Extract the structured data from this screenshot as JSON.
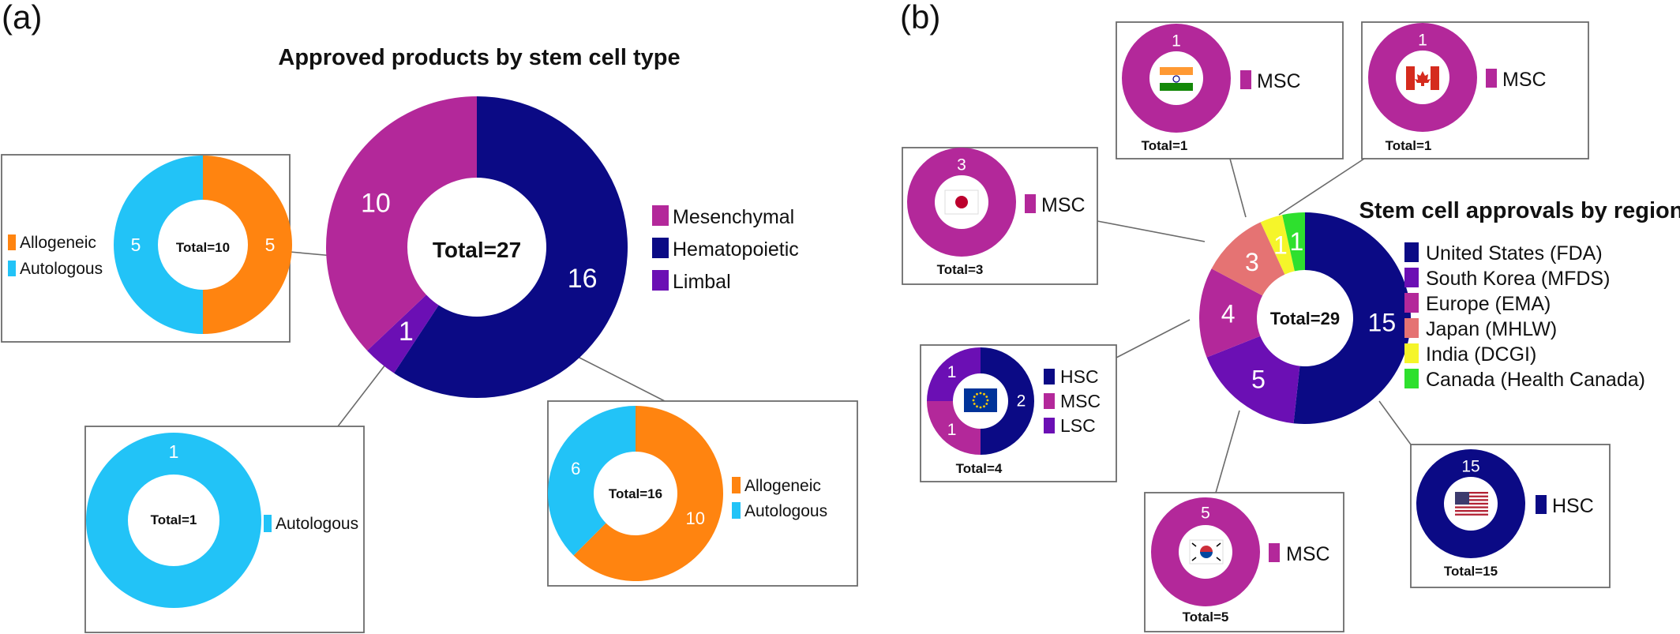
{
  "colors": {
    "mesenchymal": "#b3289a",
    "hematopoietic": "#0b0a85",
    "limbal": "#6b0fb4",
    "allogeneic": "#ff8410",
    "autologous": "#22c3f7",
    "fda": "#0b0a85",
    "mfds": "#6b0fb4",
    "ema": "#b3289a",
    "mhlw": "#e57373",
    "dcgi": "#f5f52a",
    "health_canada": "#2ee02e"
  },
  "panel_a": {
    "label": "(a)",
    "title": "Approved products by stem cell type",
    "total_label": "Total=27",
    "sub_totals": {
      "mesenchymal": "Total=10",
      "limbal": "Total=1",
      "hematopoietic": "Total=16"
    }
  },
  "panel_b": {
    "label": "(b)",
    "title": "Stem cell approvals by region",
    "total_label": "Total=29",
    "sub_totals": {
      "india": "Total=1",
      "canada": "Total=1",
      "japan": "Total=3",
      "eu": "Total=4",
      "korea": "Total=5",
      "usa": "Total=15"
    }
  },
  "chart_data": [
    {
      "type": "pie",
      "title": "Approved products by stem cell type",
      "center_label": "Total=27",
      "series": [
        {
          "name": "Mesenchymal",
          "value": 10
        },
        {
          "name": "Hematopoietic",
          "value": 16
        },
        {
          "name": "Limbal",
          "value": 1
        }
      ]
    },
    {
      "type": "pie",
      "center_label": "Total=10",
      "series": [
        {
          "name": "Allogeneic",
          "value": 5
        },
        {
          "name": "Autologous",
          "value": 5
        }
      ]
    },
    {
      "type": "pie",
      "center_label": "Total=1",
      "series": [
        {
          "name": "Autologous",
          "value": 1
        }
      ]
    },
    {
      "type": "pie",
      "center_label": "Total=16",
      "series": [
        {
          "name": "Allogeneic",
          "value": 10
        },
        {
          "name": "Autologous",
          "value": 6
        }
      ]
    },
    {
      "type": "pie",
      "title": "Stem cell approvals by region",
      "center_label": "Total=29",
      "series": [
        {
          "name": "United States (FDA)",
          "value": 15
        },
        {
          "name": "South Korea (MFDS)",
          "value": 5
        },
        {
          "name": "Europe (EMA)",
          "value": 4
        },
        {
          "name": "Japan (MHLW)",
          "value": 3
        },
        {
          "name": "India (DCGI)",
          "value": 1
        },
        {
          "name": "Canada (Health Canada)",
          "value": 1
        }
      ]
    },
    {
      "type": "pie",
      "center_label": "Total=1",
      "series": [
        {
          "name": "MSC",
          "value": 1
        }
      ]
    },
    {
      "type": "pie",
      "center_label": "Total=1",
      "series": [
        {
          "name": "MSC",
          "value": 1
        }
      ]
    },
    {
      "type": "pie",
      "center_label": "Total=3",
      "series": [
        {
          "name": "MSC",
          "value": 3
        }
      ]
    },
    {
      "type": "pie",
      "center_label": "Total=4",
      "series": [
        {
          "name": "HSC",
          "value": 2
        },
        {
          "name": "MSC",
          "value": 1
        },
        {
          "name": "LSC",
          "value": 1
        }
      ]
    },
    {
      "type": "pie",
      "center_label": "Total=5",
      "series": [
        {
          "name": "MSC",
          "value": 5
        }
      ]
    },
    {
      "type": "pie",
      "center_label": "Total=15",
      "series": [
        {
          "name": "HSC",
          "value": 15
        }
      ]
    }
  ]
}
